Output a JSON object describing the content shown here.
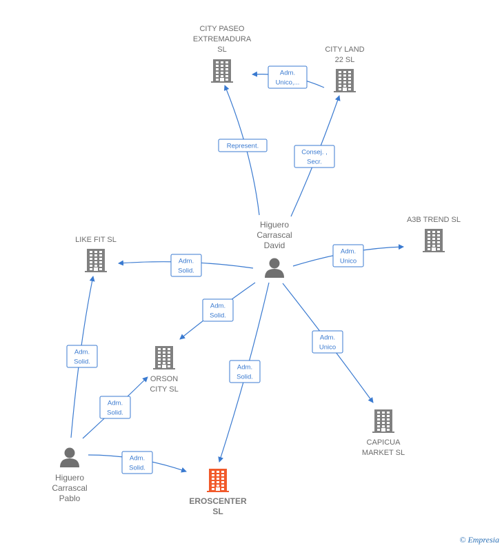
{
  "colors": {
    "edge": "#3a7ad0",
    "building": "#808080",
    "building_highlight": "#f15a2b",
    "person": "#707070"
  },
  "nodes": [
    {
      "id": "city_paseo",
      "kind": "company",
      "lines": [
        "CITY PASEO",
        "EXTREMADURA",
        "SL"
      ]
    },
    {
      "id": "city_land",
      "kind": "company",
      "lines": [
        "CITY LAND",
        "22  SL"
      ]
    },
    {
      "id": "a3b",
      "kind": "company",
      "lines": [
        "A3B TREND  SL"
      ]
    },
    {
      "id": "like_fit",
      "kind": "company",
      "lines": [
        "LIKE FIT  SL"
      ]
    },
    {
      "id": "orson",
      "kind": "company",
      "lines": [
        "ORSON",
        "CITY  SL"
      ]
    },
    {
      "id": "capicua",
      "kind": "company",
      "lines": [
        "CAPICUA",
        "MARKET  SL"
      ]
    },
    {
      "id": "eroscenter",
      "kind": "company",
      "highlight": true,
      "lines": [
        "EROSCENTER",
        "SL"
      ]
    },
    {
      "id": "higuero_david",
      "kind": "person",
      "lines": [
        "Higuero",
        "Carrascal",
        "David"
      ]
    },
    {
      "id": "higuero_pablo",
      "kind": "person",
      "lines": [
        "Higuero",
        "Carrascal",
        "Pablo"
      ]
    }
  ],
  "edges": [
    {
      "id": "city_land__city_paseo",
      "lines": [
        "Adm.",
        "Unico,..."
      ]
    },
    {
      "id": "david__city_paseo",
      "lines": [
        "Represent."
      ]
    },
    {
      "id": "david__city_land",
      "lines": [
        "Consej. ,",
        "Secr."
      ]
    },
    {
      "id": "david__a3b",
      "lines": [
        "Adm.",
        "Unico"
      ]
    },
    {
      "id": "david__like_fit",
      "lines": [
        "Adm.",
        "Solid."
      ]
    },
    {
      "id": "david__orson",
      "lines": [
        "Adm.",
        "Solid."
      ]
    },
    {
      "id": "david__eroscenter",
      "lines": [
        "Adm.",
        "Solid."
      ]
    },
    {
      "id": "david__capicua",
      "lines": [
        "Adm.",
        "Unico"
      ]
    },
    {
      "id": "pablo__like_fit",
      "lines": [
        "Adm.",
        "Solid."
      ]
    },
    {
      "id": "pablo__orson",
      "lines": [
        "Adm.",
        "Solid."
      ]
    },
    {
      "id": "pablo__eroscenter",
      "lines": [
        "Adm.",
        "Solid."
      ]
    }
  ],
  "footer": {
    "copyright": "©",
    "brand": "Empresia"
  }
}
